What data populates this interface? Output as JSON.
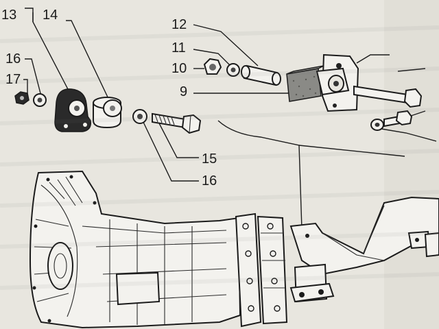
{
  "diagram": {
    "callouts": {
      "c13": "13",
      "c14": "14",
      "c16_top": "16",
      "c17": "17",
      "c12": "12",
      "c11": "11",
      "c10": "10",
      "c9": "9",
      "c15": "15",
      "c16_bottom": "16"
    },
    "colors": {
      "ink": "#1b1b1b",
      "paper": "#e8e6df",
      "rubber": "#8a8a86"
    }
  }
}
